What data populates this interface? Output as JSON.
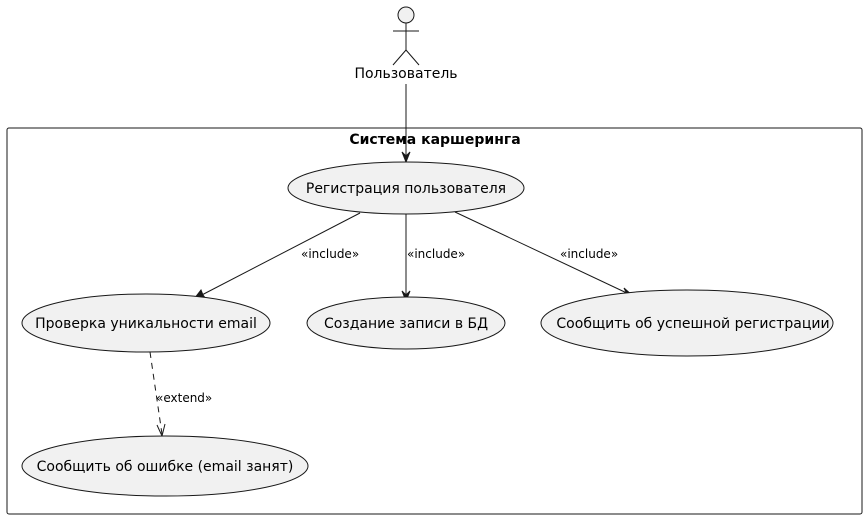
{
  "actor": {
    "label": "Пользователь"
  },
  "system": {
    "title": "Система каршеринга"
  },
  "usecases": {
    "register": "Регистрация пользователя",
    "check_email": "Проверка уникальности email",
    "create_record": "Создание записи в БД",
    "notify_success": "Сообщить об успешной регистрации",
    "notify_error": "Сообщить об ошибке (email занят)"
  },
  "relations": {
    "include_1": "«include»",
    "include_2": "«include»",
    "include_3": "«include»",
    "extend_1": "«extend»"
  },
  "colors": {
    "usecase_fill": "#f1f1f1",
    "stroke": "#181818",
    "background": "#ffffff"
  }
}
